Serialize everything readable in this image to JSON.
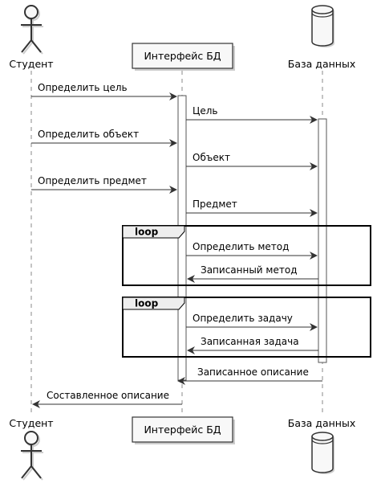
{
  "participants": {
    "student": "Студент",
    "interface": "Интерфейс БД",
    "database": "База данных"
  },
  "messages": [
    "Определить цель",
    "Цель",
    "Определить объект",
    "Объект",
    "Определить предмет",
    "Предмет",
    "Определить метод",
    "Записанный метод",
    "Определить задачу",
    "Записанная задача",
    "Записанное описание",
    "Составленное описание"
  ],
  "frames": [
    "loop",
    "loop"
  ],
  "colors": {
    "participant_fill": "#f8f8f8",
    "participant_stroke": "#333333",
    "actor_shadow": "#cccccc"
  }
}
